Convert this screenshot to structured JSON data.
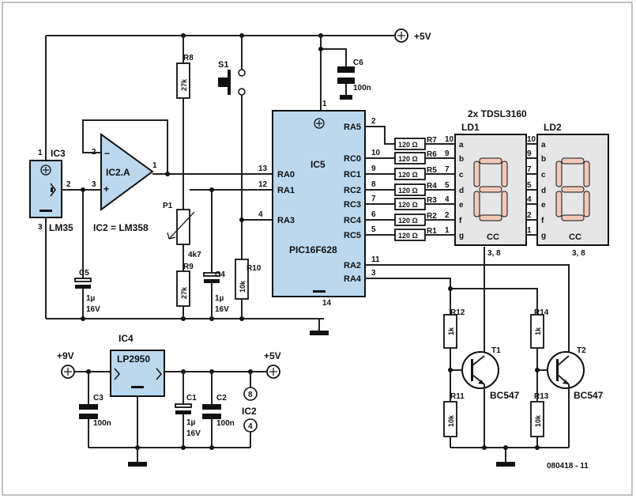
{
  "power": {
    "vcc": "+5V",
    "vin": "+9V",
    "vout": "+5V"
  },
  "ic3": {
    "ref": "IC3",
    "part": "LM35",
    "pin1": "1",
    "pin2": "2",
    "pin3": "3"
  },
  "ic2a": {
    "ref": "IC2.A",
    "note": "IC2 = LM358",
    "pin1": "1",
    "pin2": "2",
    "pin3": "3",
    "minus": "−",
    "plus": "+"
  },
  "ic2": {
    "ref": "IC2",
    "pin8": "8",
    "pin4": "4"
  },
  "ic5": {
    "ref": "IC5",
    "part": "PIC16F628",
    "pin_vdd": "1",
    "pin_vss": "14",
    "left_pins": [
      {
        "name": "RA0",
        "num": "13"
      },
      {
        "name": "RA1",
        "num": "12"
      },
      {
        "name": "RA3",
        "num": "4"
      }
    ],
    "right_pins": [
      {
        "name": "RA5",
        "num": "2"
      },
      {
        "name": "RC0",
        "num": "10"
      },
      {
        "name": "RC1",
        "num": "9"
      },
      {
        "name": "RC2",
        "num": "8"
      },
      {
        "name": "RC3",
        "num": "7"
      },
      {
        "name": "RC4",
        "num": "6"
      },
      {
        "name": "RC5",
        "num": "5"
      },
      {
        "name": "RA2",
        "num": "11"
      },
      {
        "name": "RA4",
        "num": "3"
      }
    ]
  },
  "ic4": {
    "ref": "IC4",
    "part": "LP2950"
  },
  "resistors": {
    "r8": {
      "ref": "R8",
      "val": "27k"
    },
    "r9": {
      "ref": "R9",
      "val": "27k"
    },
    "r10": {
      "ref": "R10",
      "val": "10k"
    },
    "r11": {
      "ref": "R11",
      "val": "10k"
    },
    "r12": {
      "ref": "R12",
      "val": "1k"
    },
    "r13": {
      "ref": "R13",
      "val": "10k"
    },
    "r14": {
      "ref": "R14",
      "val": "1k"
    },
    "p1": {
      "ref": "P1",
      "val": "4k7"
    },
    "seg": {
      "val": "120 Ω",
      "refs": [
        "R7",
        "R6",
        "R5",
        "R4",
        "R3",
        "R2",
        "R1"
      ]
    }
  },
  "capacitors": {
    "c1": {
      "ref": "C1",
      "val": "1µ",
      "v": "16V"
    },
    "c2": {
      "ref": "C2",
      "val": "100n"
    },
    "c3": {
      "ref": "C3",
      "val": "100n"
    },
    "c4": {
      "ref": "C4",
      "val": "1µ",
      "v": "16V"
    },
    "c5": {
      "ref": "C5",
      "val": "1µ",
      "v": "16V"
    },
    "c6": {
      "ref": "C6",
      "val": "100n"
    }
  },
  "switch": {
    "ref": "S1"
  },
  "display": {
    "title": "2x TDSL3160",
    "ld1": "LD1",
    "ld2": "LD2",
    "cc": "CC",
    "cc_pins": "3, 8",
    "segments": [
      "a",
      "b",
      "c",
      "d",
      "e",
      "f",
      "g"
    ],
    "seg_pins": [
      "10",
      "9",
      "7",
      "5",
      "4",
      "2",
      "1"
    ]
  },
  "transistors": {
    "t1": {
      "ref": "T1",
      "part": "BC547"
    },
    "t2": {
      "ref": "T2",
      "part": "BC547"
    }
  },
  "figure_code": "080418 - 11"
}
